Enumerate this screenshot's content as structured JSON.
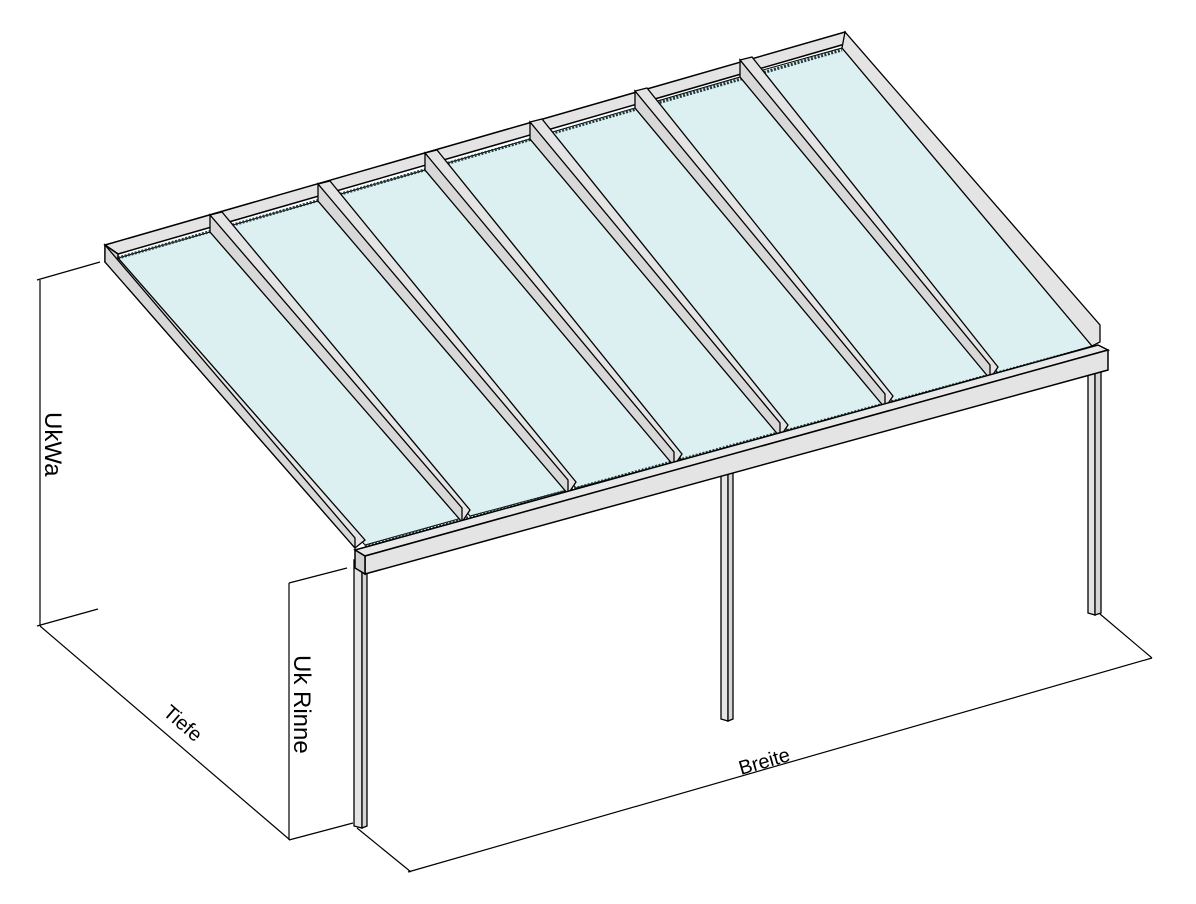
{
  "diagram": {
    "subject": "glass terrace canopy (isometric)",
    "panel_count": 7,
    "post_count": 3,
    "colors": {
      "glass": "#dcf0f2",
      "frame": "#e4e4e4",
      "frame_dark": "#d2d2d2",
      "line": "#000000",
      "seal": "#1e3a3c"
    },
    "labels": {
      "height_wall": "UkWa",
      "height_gutter": "Uk Rinne",
      "depth": "Tiefe",
      "width": "Breite"
    }
  }
}
